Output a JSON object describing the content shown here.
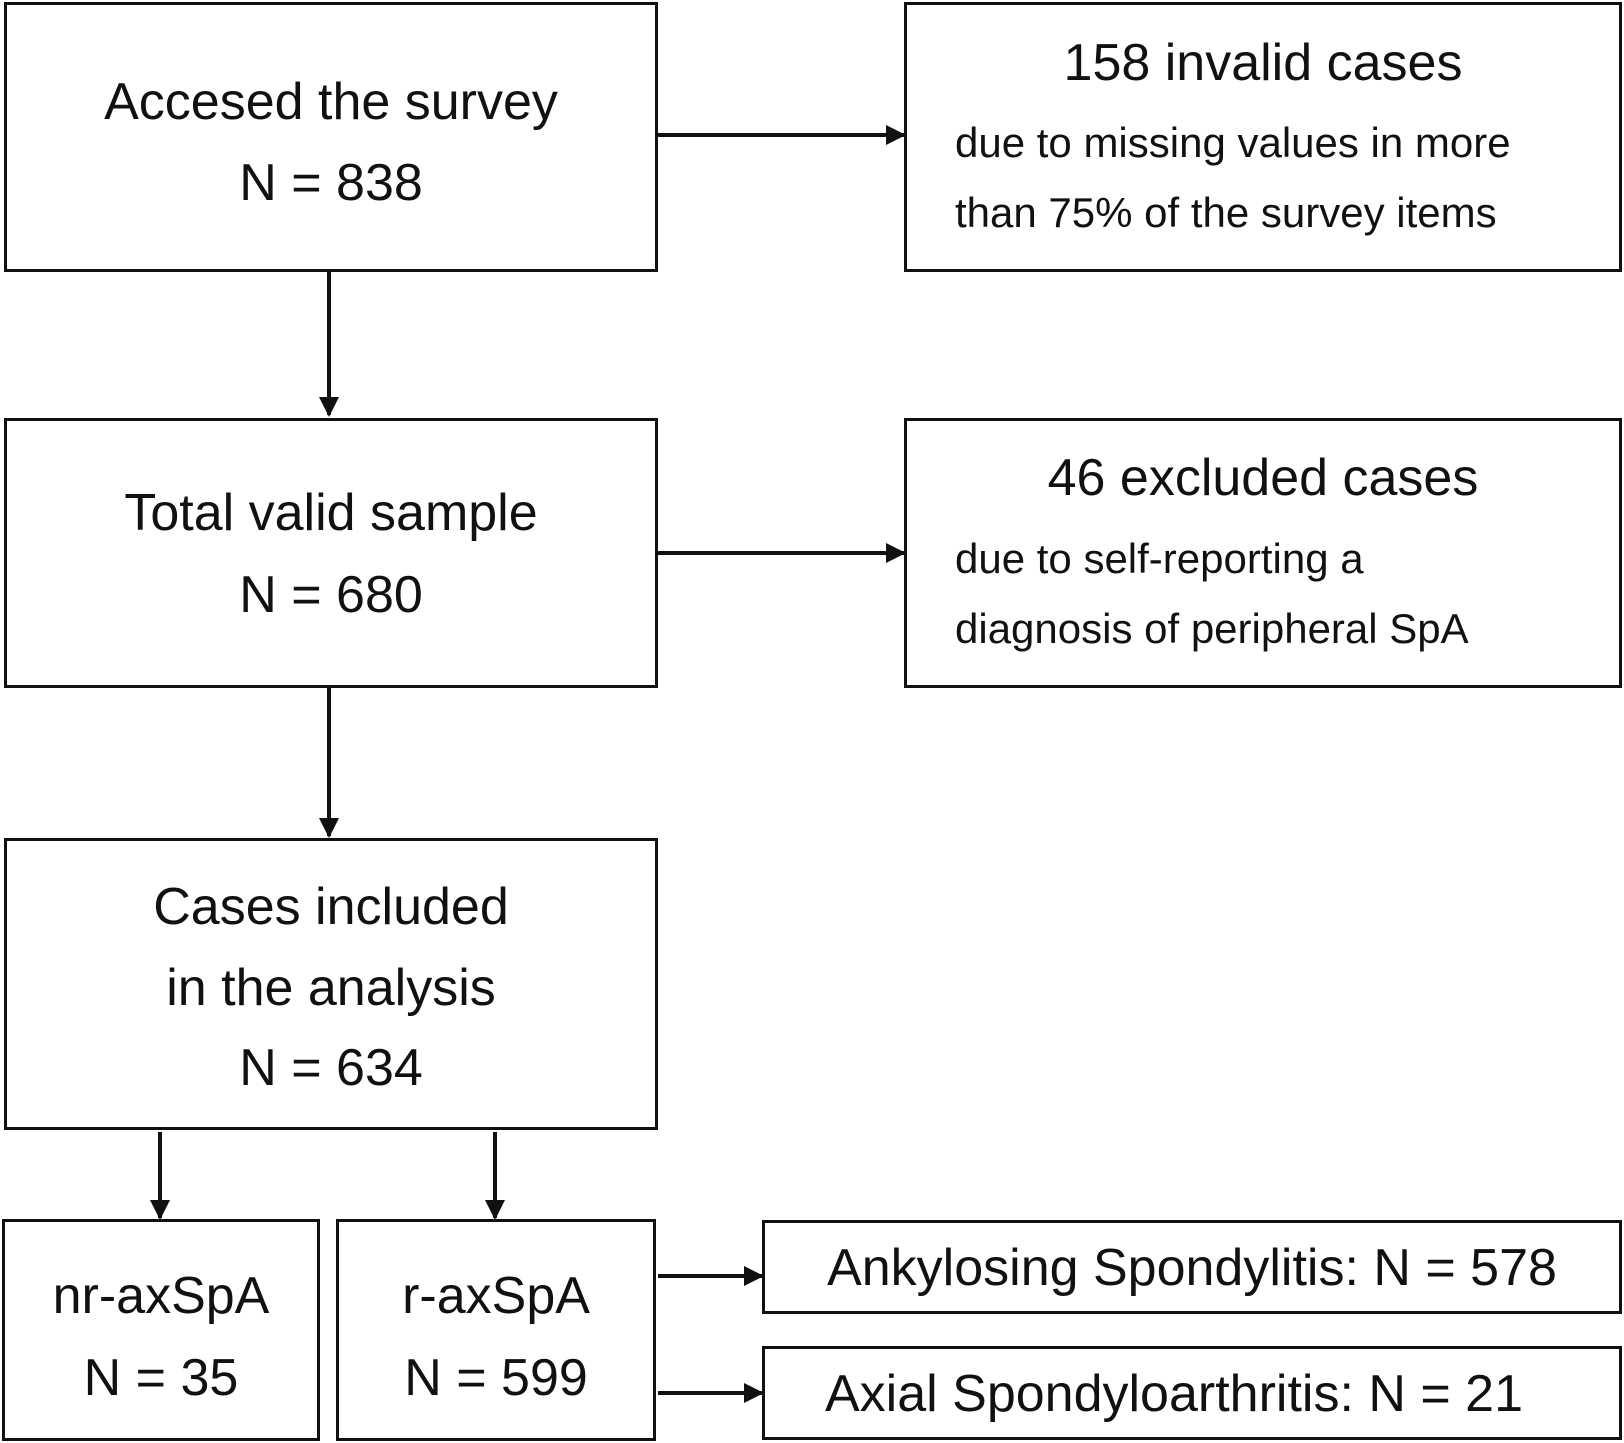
{
  "flowchart": {
    "accessed": {
      "title": "Accesed the survey",
      "count": "N = 838"
    },
    "invalid": {
      "title": "158 invalid cases",
      "reason_line1": "due to missing values in more",
      "reason_line2": "than 75% of the survey items"
    },
    "valid": {
      "title": "Total valid sample",
      "count": "N = 680"
    },
    "excluded": {
      "title": "46 excluded cases",
      "reason_line1": "due to self-reporting a",
      "reason_line2": "diagnosis of peripheral SpA"
    },
    "included": {
      "title_line1": "Cases included",
      "title_line2": "in the analysis",
      "count": "N = 634"
    },
    "nr_axspa": {
      "title": "nr-axSpA",
      "count": "N = 35"
    },
    "r_axspa": {
      "title": "r-axSpA",
      "count": "N = 599"
    },
    "ankylosing": {
      "label": "Ankylosing Spondylitis: N = 578"
    },
    "axial": {
      "label": "Axial Spondyloarthritis: N = 21"
    }
  },
  "colors": {
    "stroke": "#111111",
    "background": "#ffffff"
  }
}
